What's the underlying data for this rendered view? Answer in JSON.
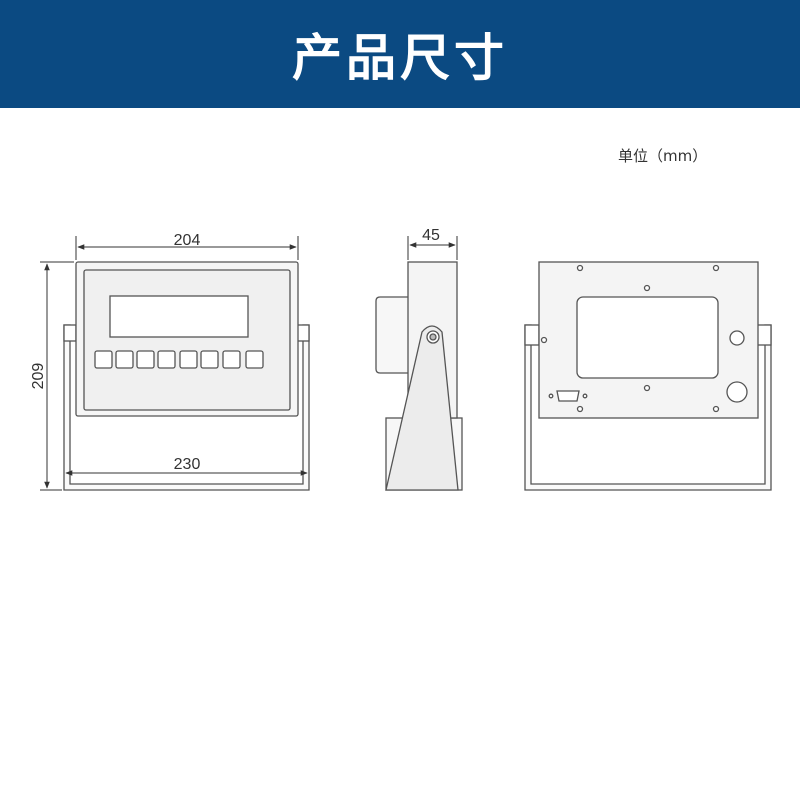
{
  "header": {
    "title": "产品尺寸",
    "background_color": "#0b4a82"
  },
  "unit_label": "单位（mm）",
  "dimensions": {
    "front_width": "204",
    "bracket_width": "230",
    "height": "209",
    "side_depth": "45"
  },
  "colors": {
    "line": "#555555",
    "dimension_line": "#333333"
  }
}
